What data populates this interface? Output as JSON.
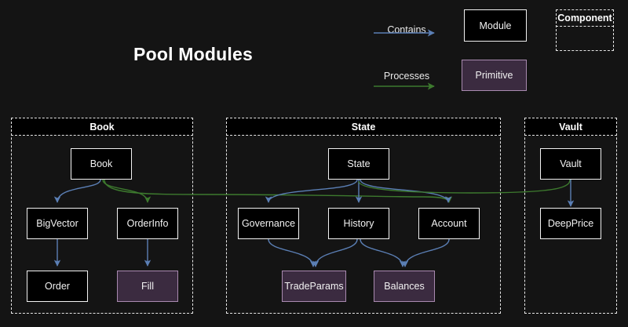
{
  "diagram": {
    "title": "Pool Modules",
    "background_color": "#141414"
  },
  "legend": {
    "edges": [
      {
        "label": "Contains",
        "color": "#5b7fb5",
        "name": "contains"
      },
      {
        "label": "Processes",
        "color": "#3d7a2e",
        "name": "processes"
      }
    ],
    "shapes": [
      {
        "label": "Module",
        "style": "module",
        "fill": "#000000",
        "stroke": "#f2f2f2"
      },
      {
        "label": "Primitive",
        "style": "primitive",
        "fill": "#3b2b40",
        "stroke": "#a98ab0"
      },
      {
        "label": "Component",
        "style": "component",
        "stroke": "#e7e7e7"
      }
    ]
  },
  "groups": [
    {
      "id": "book",
      "label": "Book"
    },
    {
      "id": "state",
      "label": "State"
    },
    {
      "id": "vault",
      "label": "Vault"
    }
  ],
  "nodes": {
    "book": {
      "label": "Book",
      "type": "module"
    },
    "bigvector": {
      "label": "BigVector",
      "type": "module"
    },
    "orderinfo": {
      "label": "OrderInfo",
      "type": "module"
    },
    "order": {
      "label": "Order",
      "type": "module"
    },
    "fill": {
      "label": "Fill",
      "type": "primitive"
    },
    "state": {
      "label": "State",
      "type": "module"
    },
    "governance": {
      "label": "Governance",
      "type": "module"
    },
    "history": {
      "label": "History",
      "type": "module"
    },
    "account": {
      "label": "Account",
      "type": "module"
    },
    "tradeparams": {
      "label": "TradeParams",
      "type": "primitive"
    },
    "balances": {
      "label": "Balances",
      "type": "primitive"
    },
    "vault": {
      "label": "Vault",
      "type": "module"
    },
    "deepprice": {
      "label": "DeepPrice",
      "type": "module"
    }
  },
  "edges": [
    {
      "from": "book",
      "to": "bigvector",
      "kind": "Contains"
    },
    {
      "from": "bigvector",
      "to": "order",
      "kind": "Contains"
    },
    {
      "from": "orderinfo",
      "to": "fill",
      "kind": "Contains"
    },
    {
      "from": "state",
      "to": "governance",
      "kind": "Contains"
    },
    {
      "from": "state",
      "to": "history",
      "kind": "Contains"
    },
    {
      "from": "state",
      "to": "account",
      "kind": "Contains"
    },
    {
      "from": "governance",
      "to": "tradeparams",
      "kind": "Contains"
    },
    {
      "from": "history",
      "to": "tradeparams",
      "kind": "Contains"
    },
    {
      "from": "history",
      "to": "balances",
      "kind": "Contains"
    },
    {
      "from": "account",
      "to": "balances",
      "kind": "Contains"
    },
    {
      "from": "vault",
      "to": "deepprice",
      "kind": "Contains"
    },
    {
      "from": "book",
      "to": "orderinfo",
      "kind": "Processes"
    },
    {
      "from": "book",
      "to": "account",
      "kind": "Processes"
    },
    {
      "from": "state",
      "to": "vault",
      "kind": "Processes"
    }
  ]
}
